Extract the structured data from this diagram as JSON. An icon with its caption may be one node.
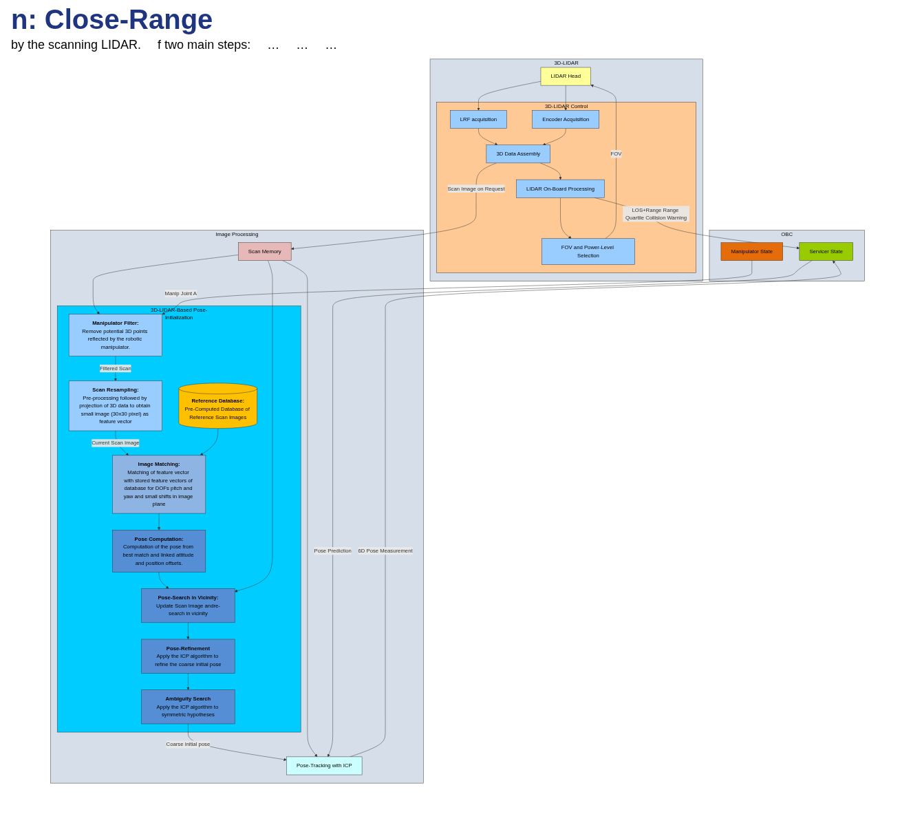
{
  "diagram": {
    "title": "n: Close-Range",
    "nodes": [
      {
        "text": [
          "3D-LIDAR"
        ]
      },
      {
        "text": [
          "LIDAR Head"
        ],
        "in": 0
      },
      {
        "text": [
          "3D-LIDAR Control"
        ],
        "in": 0
      },
      {
        "text": [
          "LRF acquisition"
        ],
        "in": 2
      },
      {
        "text": [
          "Encoder Acquisition"
        ],
        "in": 2
      },
      {
        "text": [
          "3D Data Assembly"
        ],
        "in": 2
      },
      {
        "text": [
          "LIDAR On-Board Processing"
        ],
        "in": 2
      },
      {
        "text": [
          "FOV and Power-Level Selection"
        ],
        "in": 2
      },
      {
        "text": [
          "Image Processing"
        ]
      },
      {
        "text": [
          "Scan Memory"
        ],
        "in": 8
      },
      {
        "text": [
          "3D-LIDAR-Based Pose-Initialization"
        ],
        "in": 8
      },
      {
        "text": [
          "Manipulator Filter:",
          "Remove potential 3D points reflected by the robotic manipulator."
        ],
        "in": 10
      },
      {
        "text": [
          "Scan Resampling:",
          "Pre-processing followed by projection of 3D data to obtain small image (30x30 pixel) as feature vector"
        ],
        "in": 10
      },
      {
        "text": [
          "Image Matching:",
          "Matching of feature vector with stored feature vectors of database for DOFs pitch and yaw and small shifts in image plane"
        ],
        "in": 10
      },
      {
        "text": [
          "Reference Database:",
          "Pre-Computed Database of Reference Scan Images"
        ],
        "in": 10
      },
      {
        "text": [
          "Pose Computation:",
          "Computation of the pose from best match and linked attitude and position offsets."
        ],
        "in": 10
      },
      {
        "text": [
          "Pose-Search in Vicinity:",
          "Update Scan Image andre-search in vicinity"
        ],
        "in": 10
      },
      {
        "text": [
          "Pose-Refinement",
          "Apply the ICP algorithm to refine the coarse initial pose"
        ],
        "in": 10
      },
      {
        "text": [
          "Ambiguity Search",
          "Apply the ICP algorithm to symmetric hypotheses"
        ],
        "in": 10
      },
      {
        "text": [
          "Pose-Tracking with ICP"
        ],
        "in": 8
      },
      {
        "text": [
          "OBC"
        ]
      },
      {
        "text": [
          "Servicer State"
        ],
        "in": 20
      },
      {
        "text": [
          "Manipulator State"
        ],
        "in": 20
      }
    ],
    "edges": [
      {
        "from": 1,
        "to": 3,
        "arrow": "to"
      },
      {
        "from": 1,
        "to": 4,
        "arrow": "to"
      },
      {
        "from": 3,
        "to": 5,
        "arrow": "to"
      },
      {
        "from": 4,
        "to": 5,
        "arrow": "to"
      },
      {
        "from": 5,
        "to": 6,
        "arrow": "to"
      },
      {
        "from": 6,
        "to": 7,
        "arrow": "to"
      },
      {
        "from": 7,
        "to": 1,
        "arrow": "to",
        "label": "FOV"
      },
      {
        "from": 5,
        "to": 9,
        "arrow": "to",
        "label": "Scan Image on Request"
      },
      {
        "from": 6,
        "to": 21,
        "arrow": "to",
        "label": "LOS+Range Range Quartile Collision Warning"
      },
      {
        "from": 9,
        "to": 11,
        "arrow": "to"
      },
      {
        "from": 22,
        "to": 11,
        "arrow": "to",
        "label": "Manip Joint A"
      },
      {
        "from": 11,
        "to": 12,
        "arrow": "to",
        "label": "Filtered Scan"
      },
      {
        "from": 12,
        "to": 13,
        "arrow": "to",
        "label": "Current Scan Image"
      },
      {
        "from": 14,
        "to": 13,
        "arrow": "to"
      },
      {
        "from": 13,
        "to": 15,
        "arrow": "to"
      },
      {
        "from": 15,
        "to": 16,
        "arrow": "to"
      },
      {
        "from": 9,
        "to": 16,
        "arrow": "to"
      },
      {
        "from": 16,
        "to": 17,
        "arrow": "to"
      },
      {
        "from": 17,
        "to": 18,
        "arrow": "to"
      },
      {
        "from": 18,
        "to": 19,
        "arrow": "to",
        "label": "Coarse initial pose"
      },
      {
        "from": 9,
        "to": 19,
        "arrow": "to"
      },
      {
        "from": 21,
        "to": 19,
        "arrow": "to",
        "label": "Pose Prediction"
      },
      {
        "from": 19,
        "to": 21,
        "arrow": "to",
        "label": "6D Pose Measurement"
      }
    ],
    "labels": [
      "by the scanning LIDAR.",
      "f two main steps:",
      "…",
      "…",
      "…"
    ]
  }
}
